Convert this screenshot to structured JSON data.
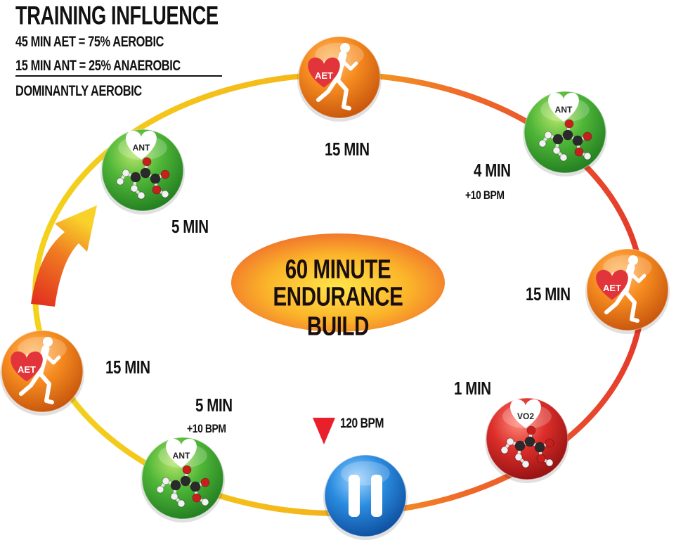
{
  "header": {
    "title": "TRAINING INFLUENCE",
    "line1": "45 MIN AET = 75% AEROBIC",
    "line2": "15 MIN ANT = 25% ANAEROBIC",
    "result": "DOMINANTLY AEROBIC"
  },
  "center": {
    "line1": "60 MINUTE",
    "line2": "ENDURANCE BUILD"
  },
  "start": {
    "marker_label": "120 BPM"
  },
  "steps": [
    {
      "badge": "AET",
      "icon": "runner-icon",
      "color": "orange",
      "duration": "15 MIN",
      "delta": ""
    },
    {
      "badge": "ANT",
      "icon": "molecule-icon",
      "color": "green",
      "duration": "4 MIN",
      "delta": "+10 BPM"
    },
    {
      "badge": "AET",
      "icon": "runner-icon",
      "color": "orange",
      "duration": "15 MIN",
      "delta": ""
    },
    {
      "badge": "VO2",
      "icon": "molecule-icon",
      "color": "red",
      "duration": "1 MIN",
      "delta": ""
    },
    {
      "badge": "",
      "icon": "pause-icon",
      "color": "blue",
      "duration": "",
      "delta": ""
    },
    {
      "badge": "ANT",
      "icon": "molecule-icon",
      "color": "green",
      "duration": "5 MIN",
      "delta": "+10 BPM"
    },
    {
      "badge": "AET",
      "icon": "runner-icon",
      "color": "orange",
      "duration": "15 MIN",
      "delta": ""
    },
    {
      "badge": "ANT",
      "icon": "molecule-icon",
      "color": "green",
      "duration": "5 MIN",
      "delta": ""
    }
  ],
  "colors": {
    "orange": "#f07a1a",
    "green": "#3aa832",
    "red": "#d8232a",
    "blue": "#1f7fd6",
    "ring_yellow": "#f5c518",
    "ring_red": "#e8412a"
  }
}
